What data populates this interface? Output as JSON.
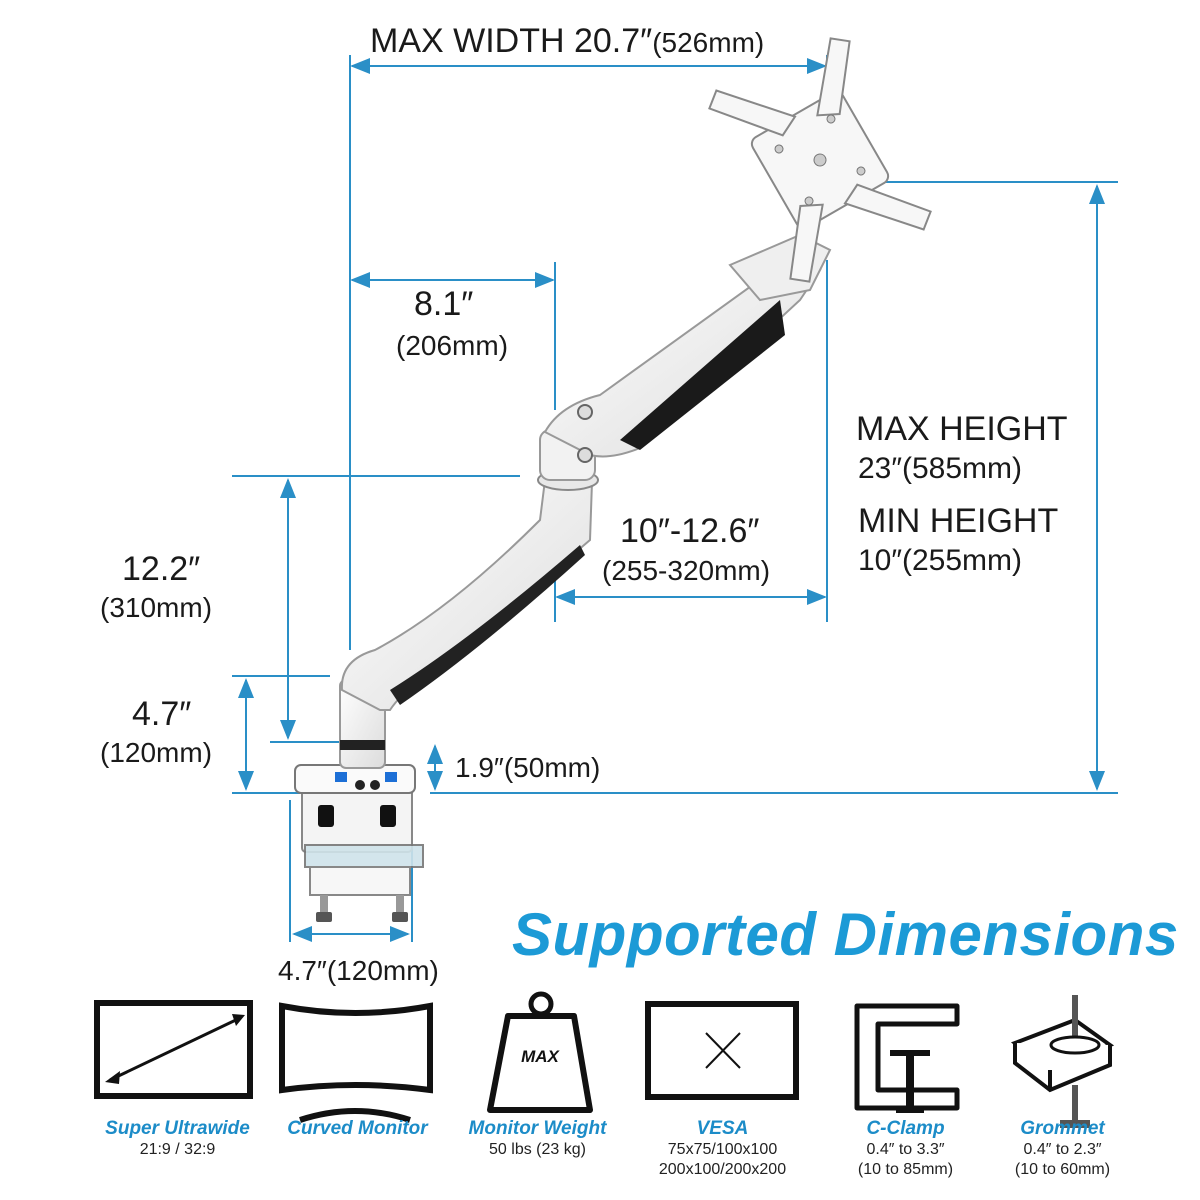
{
  "dimensions": {
    "max_width": {
      "label": "MAX WIDTH 20.7″",
      "metric": "(526mm)"
    },
    "arm_reach": {
      "label": "8.1″",
      "metric": "(206mm)"
    },
    "forearm": {
      "label": "10″-12.6″",
      "metric": "(255-320mm)"
    },
    "pole_height": {
      "label": "12.2″",
      "metric": "(310mm)"
    },
    "base_height": {
      "label": "4.7″",
      "metric": "(120mm)"
    },
    "base_offset": {
      "label": "1.9″",
      "metric": "(50mm)"
    },
    "clamp_width": {
      "label": "4.7″",
      "metric": "(120mm)"
    },
    "max_height": {
      "label": "MAX HEIGHT",
      "value": "23″",
      "metric": "(585mm)"
    },
    "min_height": {
      "label": "MIN HEIGHT",
      "value": "10″",
      "metric": "(255mm)"
    }
  },
  "heading": "Supported Dimensions",
  "icon_label": "MAX",
  "features": [
    {
      "icon": "ultrawide-monitor-icon",
      "label": "Super Ultrawide",
      "lines": [
        "21:9 / 32:9"
      ]
    },
    {
      "icon": "curved-monitor-icon",
      "label": "Curved Monitor",
      "lines": []
    },
    {
      "icon": "weight-icon",
      "label": "Monitor Weight",
      "lines": [
        "50 lbs (23 kg)"
      ]
    },
    {
      "icon": "vesa-icon",
      "label": "VESA",
      "lines": [
        "75x75/100x100",
        "200x100/200x200"
      ]
    },
    {
      "icon": "c-clamp-icon",
      "label": "C-Clamp",
      "lines": [
        "0.4″ to 3.3″",
        "(10 to 85mm)"
      ]
    },
    {
      "icon": "grommet-icon",
      "label": "Grommet",
      "lines": [
        "0.4″ to 2.3″",
        "(10 to 60mm)"
      ]
    }
  ],
  "colors": {
    "accent": "#1c9ad6",
    "dimension_line": "#2a8fc7",
    "text": "#1a1a1a"
  }
}
